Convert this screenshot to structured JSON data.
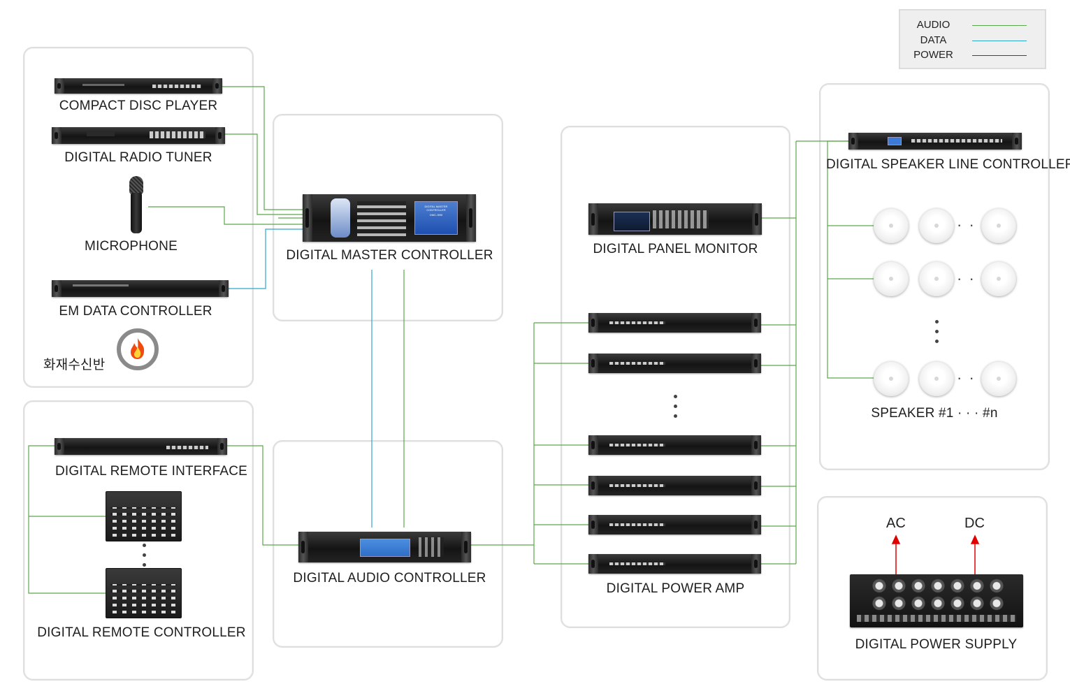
{
  "legend": {
    "audio": "AUDIO",
    "data": "DATA",
    "power": "POWER",
    "audio_color": "#5aa84a",
    "data_color": "#2fa7c9",
    "power_color": "#e00000"
  },
  "sources": {
    "cd_player": "COMPACT DISC PLAYER",
    "radio_tuner": "DIGITAL RADIO TUNER",
    "microphone": "MICROPHONE",
    "em_data": "EM DATA CONTROLLER",
    "fire_panel": "화재수신반"
  },
  "master": {
    "label": "DIGITAL MASTER CONTROLLER",
    "screen_title": "DIGITAL MASTER CONTROLLER",
    "screen_model": "DMC-390I"
  },
  "remote": {
    "interface": "DIGITAL REMOTE INTERFACE",
    "controller": "DIGITAL REMOTE CONTROLLER"
  },
  "audio_controller": {
    "label": "DIGITAL AUDIO CONTROLLER"
  },
  "amp_group": {
    "panel_monitor": "DIGITAL PANEL MONITOR",
    "power_amp": "DIGITAL POWER AMP"
  },
  "speakers": {
    "line_controller": "DIGITAL SPEAKER LINE CONTROLLER",
    "label": "SPEAKER #1 · · · #n",
    "ellipsis": "· · ·"
  },
  "power_supply": {
    "label": "DIGITAL POWER SUPPLY",
    "ac": "AC",
    "dc": "DC"
  }
}
